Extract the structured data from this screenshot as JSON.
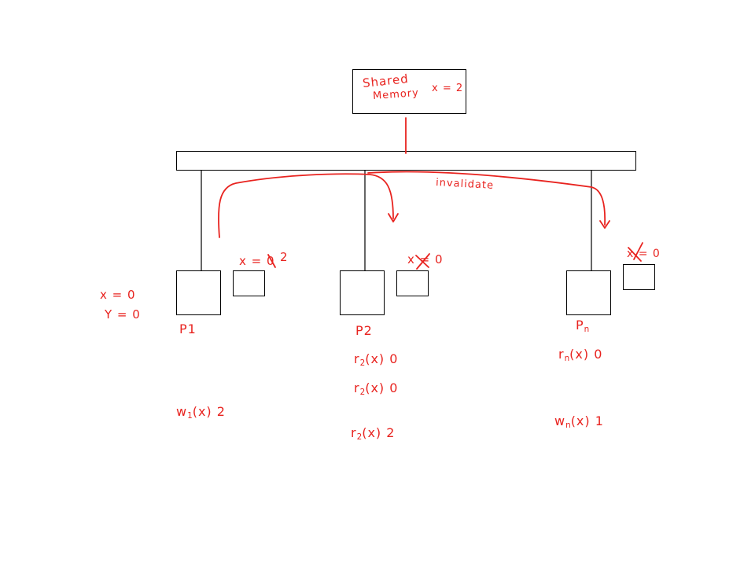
{
  "colors": {
    "ink": "#000000",
    "annotation": "#e8231f"
  },
  "shared_memory": {
    "title_line1": "Shared",
    "title_line2": "Memory",
    "value": "x = 2"
  },
  "bus_label": "invalidate",
  "processors": [
    {
      "name": "P1",
      "cache_value_old": "x = 0",
      "cache_value_new": "2",
      "ops": [
        {
          "op": "w",
          "sub": "1",
          "rest": "(x) 2"
        }
      ]
    },
    {
      "name": "P2",
      "cache_value": "x = 0",
      "ops": [
        {
          "op": "r",
          "sub": "2",
          "rest": "(x) 0"
        },
        {
          "op": "r",
          "sub": "2",
          "rest": "(x) 0"
        },
        {
          "op": "r",
          "sub": "2",
          "rest": "(x) 2"
        }
      ]
    },
    {
      "name": "Pn",
      "name_main": "P",
      "name_sub": "n",
      "cache_value": "x = 0",
      "ops": [
        {
          "op": "r",
          "sub": "n",
          "rest": "(x) 0"
        },
        {
          "op": "w",
          "sub": "n",
          "rest": "(x) 1"
        }
      ]
    }
  ],
  "initial_values": {
    "x": "x = 0",
    "y": "Y = 0"
  }
}
